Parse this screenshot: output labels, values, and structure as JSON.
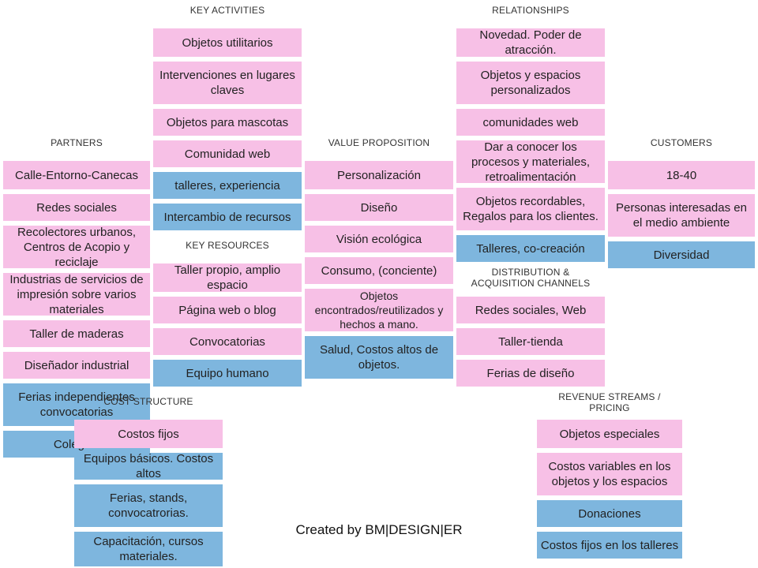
{
  "colors": {
    "pink": "#f7c0e6",
    "blue": "#7eb6de"
  },
  "headings": {
    "key_activities": "KEY ACTIVITIES",
    "relationships": "RELATIONSHIPS",
    "partners": "PARTNERS",
    "value_proposition": "VALUE PROPOSITION",
    "customers": "CUSTOMERS",
    "key_resources": "KEY RESOURCES",
    "distribution": "DISTRIBUTION  &\nACQUISITION  CHANNELS",
    "cost_structure": "COST STRUCTURE",
    "revenue": "REVENUE STREAMS  /\nPRICING"
  },
  "partners": [
    "Calle-Entorno-Canecas",
    "Redes sociales",
    "Recolectores urbanos, Centros de Acopio y reciclaje",
    "Industrias de servicios de impresión sobre varios materiales",
    "Taller de maderas",
    "Diseñador industrial",
    "Ferias independientes convocatorias",
    "Colegios"
  ],
  "key_activities": [
    "Objetos utilitarios",
    "Intervenciones en lugares claves",
    "Objetos para mascotas",
    "Comunidad web",
    "talleres, experiencia",
    "Intercambio de recursos"
  ],
  "key_resources": [
    "Taller propio, amplio espacio",
    "Página web o blog",
    "Convocatorias",
    "Equipo humano"
  ],
  "value_proposition": [
    "Personalización",
    "Diseño",
    "Visión ecológica",
    "Consumo, (conciente)",
    "Objetos encontrados/reutilizados y hechos a mano.",
    "Salud, Costos altos de objetos."
  ],
  "relationships": [
    "Novedad. Poder de atracción.",
    "Objetos y espacios personalizados",
    "comunidades web",
    "Dar a conocer los procesos y materiales, retroalimentación",
    "Objetos recordables, Regalos para los clientes.",
    "Talleres, co-creación"
  ],
  "channels": [
    "Redes sociales, Web",
    "Taller-tienda",
    "Ferias de diseño"
  ],
  "customers": [
    "18-40",
    "Personas interesadas en el medio ambiente",
    "Diversidad"
  ],
  "cost_structure": [
    "Costos fijos",
    "Equipos básicos. Costos altos",
    "Ferias, stands, convocatrorias.",
    "Capacitación, cursos materiales."
  ],
  "revenue": [
    "Objetos especiales",
    "Costos variables en los objetos y los espacios",
    "Donaciones",
    "Costos fijos en los talleres"
  ],
  "footer": "Created by BM|DESIGN|ER"
}
